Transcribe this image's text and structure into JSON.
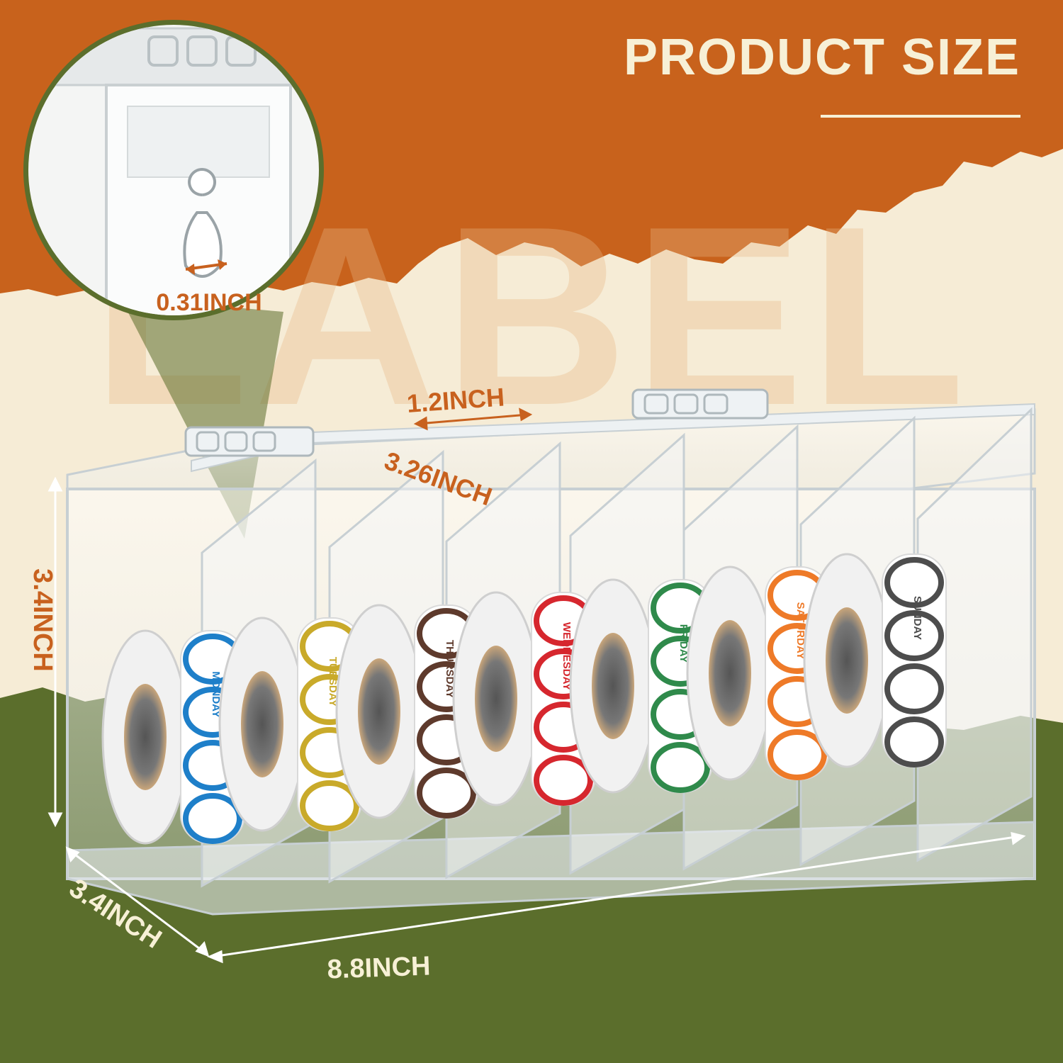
{
  "header": {
    "title": "PRODUCT SIZE",
    "background_word": "LABEL"
  },
  "dimensions": {
    "hole": "0.31INCH",
    "slot_width": "1.2INCH",
    "slot_depth": "3.26INCH",
    "height": "3.4INCH",
    "depth": "3.4INCH",
    "length": "8.8INCH"
  },
  "rolls": [
    {
      "day": "MONDAY",
      "color": "#1e7fc9"
    },
    {
      "day": "TUESDAY",
      "color": "#c9aa2a"
    },
    {
      "day": "THURSDAY",
      "color": "#5e3a2c"
    },
    {
      "day": "WEDNESDAY",
      "color": "#d6272e"
    },
    {
      "day": "FRIDAY",
      "color": "#2f8a4b"
    },
    {
      "day": "SATURDAY",
      "color": "#ee7a28"
    },
    {
      "day": "SUNDAY",
      "color": "#4d4d4d"
    }
  ],
  "colors": {
    "orange_band": "#c8621c",
    "cream": "#f6ecd6",
    "green_band": "#5b6e2c",
    "accent_text": "#c8611e",
    "light_text": "#f7f0d6"
  }
}
